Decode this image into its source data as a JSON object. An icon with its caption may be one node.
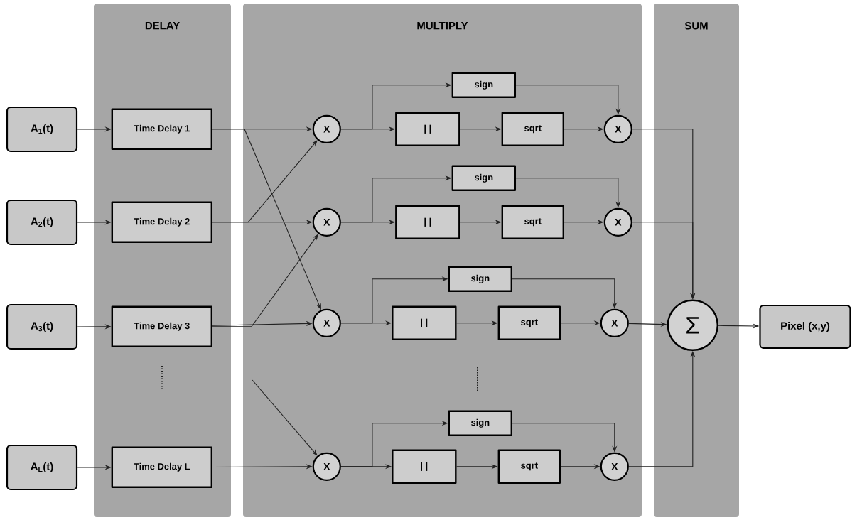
{
  "diagram": {
    "nodes": [
      {
        "text": [
          "DELAY"
        ]
      },
      {
        "text": [
          "MULTIPLY"
        ]
      },
      {
        "text": [
          "SUM"
        ]
      },
      {
        "text": [
          "A$_{1}$(t)"
        ]
      },
      {
        "text": [
          "A$_{2}$(t)"
        ]
      },
      {
        "text": [
          "A$_{3}$(t)"
        ]
      },
      {
        "text": [
          "A$_{L}$(t)"
        ]
      },
      {
        "text": [
          "Time Delay 1"
        ],
        "in": 0
      },
      {
        "text": [
          "Time Delay 2"
        ],
        "in": 0
      },
      {
        "text": [
          "Time Delay 3"
        ],
        "in": 0
      },
      {
        "text": [
          "Time Delay L"
        ],
        "in": 0
      },
      {
        "text": [
          "X"
        ],
        "in": 1
      },
      {
        "text": [
          "sign"
        ],
        "in": 1
      },
      {
        "text": [
          "| |"
        ],
        "in": 1
      },
      {
        "text": [
          "sqrt"
        ],
        "in": 1
      },
      {
        "text": [
          "X"
        ],
        "in": 1
      },
      {
        "text": [
          "X"
        ],
        "in": 1
      },
      {
        "text": [
          "sign"
        ],
        "in": 1
      },
      {
        "text": [
          "| |"
        ],
        "in": 1
      },
      {
        "text": [
          "sqrt"
        ],
        "in": 1
      },
      {
        "text": [
          "X"
        ],
        "in": 1
      },
      {
        "text": [
          "X"
        ],
        "in": 1
      },
      {
        "text": [
          "sign"
        ],
        "in": 1
      },
      {
        "text": [
          "| |"
        ],
        "in": 1
      },
      {
        "text": [
          "sqrt"
        ],
        "in": 1
      },
      {
        "text": [
          "X"
        ],
        "in": 1
      },
      {
        "text": [
          "X"
        ],
        "in": 1
      },
      {
        "text": [
          "sign"
        ],
        "in": 1
      },
      {
        "text": [
          "| |"
        ],
        "in": 1
      },
      {
        "text": [
          "sqrt"
        ],
        "in": 1
      },
      {
        "text": [
          "X"
        ],
        "in": 1
      },
      {
        "text": [
          "Σ"
        ],
        "in": 2
      },
      {
        "text": [
          "Pixel (x,y)"
        ]
      }
    ],
    "edges": [
      {
        "from": 3,
        "to": 7,
        "arrow": "to"
      },
      {
        "from": 4,
        "to": 8,
        "arrow": "to"
      },
      {
        "from": 5,
        "to": 9,
        "arrow": "to"
      },
      {
        "from": 6,
        "to": 10,
        "arrow": "to"
      },
      {
        "from": 7,
        "to": 11,
        "arrow": "to"
      },
      {
        "from": 7,
        "to": 21,
        "arrow": "to"
      },
      {
        "from": 8,
        "to": 16,
        "arrow": "to"
      },
      {
        "from": 8,
        "to": 11,
        "arrow": "to"
      },
      {
        "from": 9,
        "to": 21,
        "arrow": "to"
      },
      {
        "from": 9,
        "to": 16,
        "arrow": "to"
      },
      {
        "from": 10,
        "to": 26,
        "arrow": "to"
      },
      {
        "from": null,
        "to": 26,
        "arrow": "to"
      },
      {
        "from": 11,
        "to": 13,
        "arrow": "to"
      },
      {
        "from": 11,
        "to": 12,
        "arrow": "to"
      },
      {
        "from": 13,
        "to": 14,
        "arrow": "to"
      },
      {
        "from": 14,
        "to": 15,
        "arrow": "to"
      },
      {
        "from": 12,
        "to": 15,
        "arrow": "to"
      },
      {
        "from": 16,
        "to": 18,
        "arrow": "to"
      },
      {
        "from": 16,
        "to": 17,
        "arrow": "to"
      },
      {
        "from": 18,
        "to": 19,
        "arrow": "to"
      },
      {
        "from": 19,
        "to": 20,
        "arrow": "to"
      },
      {
        "from": 17,
        "to": 20,
        "arrow": "to"
      },
      {
        "from": 21,
        "to": 23,
        "arrow": "to"
      },
      {
        "from": 21,
        "to": 22,
        "arrow": "to"
      },
      {
        "from": 23,
        "to": 24,
        "arrow": "to"
      },
      {
        "from": 24,
        "to": 25,
        "arrow": "to"
      },
      {
        "from": 22,
        "to": 25,
        "arrow": "to"
      },
      {
        "from": 26,
        "to": 28,
        "arrow": "to"
      },
      {
        "from": 26,
        "to": 27,
        "arrow": "to"
      },
      {
        "from": 28,
        "to": 29,
        "arrow": "to"
      },
      {
        "from": 29,
        "to": 30,
        "arrow": "to"
      },
      {
        "from": 27,
        "to": 30,
        "arrow": "to"
      },
      {
        "from": 15,
        "to": 31,
        "arrow": "to"
      },
      {
        "from": 20,
        "to": 31,
        "arrow": "to"
      },
      {
        "from": 25,
        "to": 31,
        "arrow": "to"
      },
      {
        "from": 30,
        "to": 31,
        "arrow": "to"
      },
      {
        "from": 31,
        "to": 32,
        "arrow": "to"
      }
    ]
  }
}
